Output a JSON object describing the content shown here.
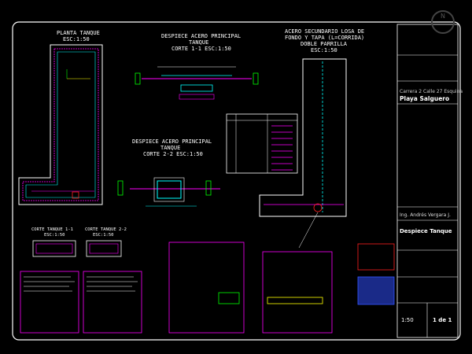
{
  "drawing": {
    "title_planta": "PLANTA TANQUE",
    "scale_planta": "ESC:1:50",
    "title_despiece1": "DESPIECE ACERO PRINCIPAL",
    "sub_despiece1": "TANQUE",
    "corte1": "CORTE 1-1 ESC:1:50",
    "title_despiece2": "DESPIECE ACERO PRINCIPAL",
    "sub_despiece2": "TANQUE",
    "corte2": "CORTE 2-2 ESC:1:50",
    "title_acero": "ACERO SECUNDARIO LOSA DE",
    "sub_acero1": "FONDO Y TAPA (L=CORRIDA)",
    "sub_acero2": "DOBLE PARRILLA",
    "scale_acero": "ESC:1:50",
    "corte_t1": "CORTE TANQUE 1-1",
    "corte_t1_scale": "ESC:1:50",
    "corte_t2": "CORTE TANQUE 2-2",
    "corte_t2_scale": "ESC:1:50"
  },
  "title_block": {
    "address": "Carrera 2 Calle 27 Esquina",
    "place": "Playa Salguero",
    "engineer": "Ing. Andrés Vergara J.",
    "content": "Despiece Tanque",
    "scale": "1:50",
    "sheet": "1 de 1"
  },
  "compass": {
    "letter": "N"
  },
  "colors": {
    "background": "#000000",
    "frame": "#ffffff",
    "cyan": "#00ffff",
    "magenta": "#ff00ff",
    "green": "#00ff00",
    "blue": "#3355ff",
    "red": "#ff2020"
  }
}
